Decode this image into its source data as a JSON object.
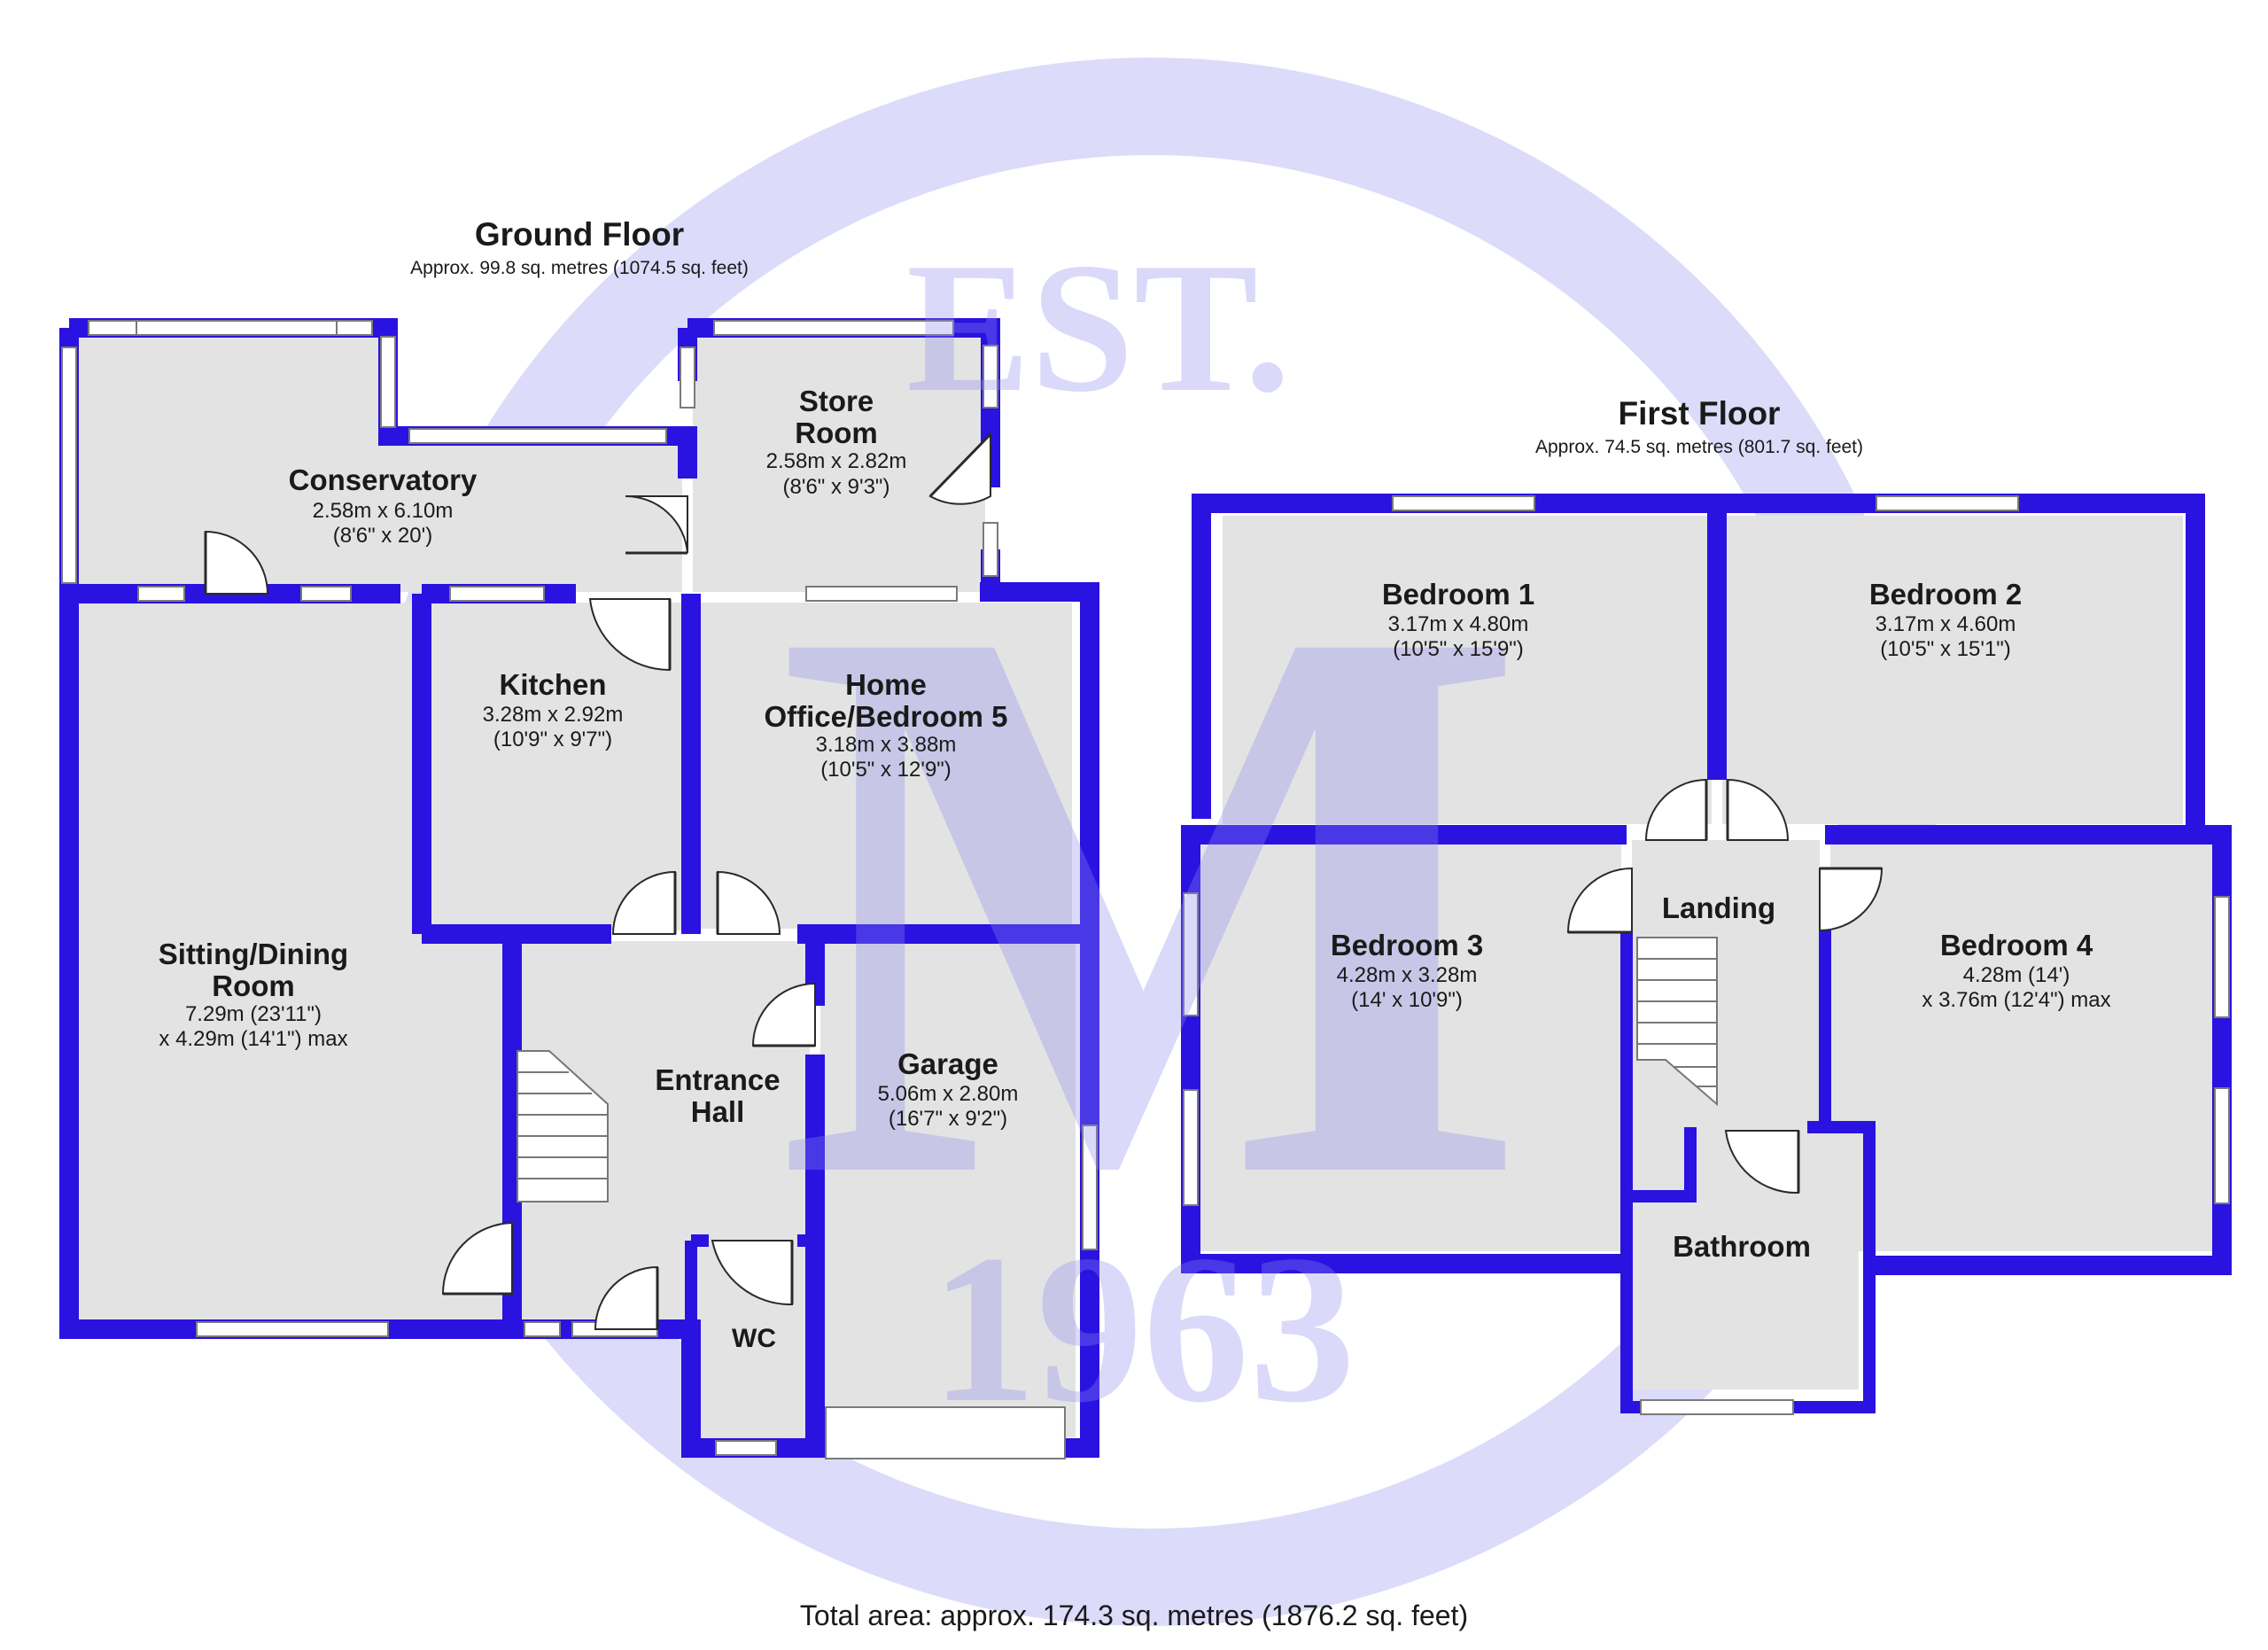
{
  "watermark": {
    "top_text": "EST.",
    "letter": "M",
    "year": "1963",
    "color": "#8c88f0"
  },
  "ground_floor": {
    "title": "Ground Floor",
    "area": "Approx. 99.8 sq. metres (1074.5 sq. feet)",
    "rooms": {
      "conservatory": {
        "name": "Conservatory",
        "dim_m": "2.58m x 6.10m",
        "dim_ft": "(8'6\" x 20')"
      },
      "store_room": {
        "name_line1": "Store",
        "name_line2": "Room",
        "dim_m": "2.58m x 2.82m",
        "dim_ft": "(8'6\" x 9'3\")"
      },
      "kitchen": {
        "name": "Kitchen",
        "dim_m": "3.28m x 2.92m",
        "dim_ft": "(10'9\" x 9'7\")"
      },
      "home_office": {
        "name_line1": "Home",
        "name_line2": "Office/Bedroom 5",
        "dim_m": "3.18m x 3.88m",
        "dim_ft": "(10'5\" x 12'9\")"
      },
      "sitting_dining": {
        "name_line1": "Sitting/Dining",
        "name_line2": "Room",
        "dim_line1": "7.29m (23'11\")",
        "dim_line2": "x 4.29m (14'1\") max"
      },
      "entrance_hall": {
        "name_line1": "Entrance",
        "name_line2": "Hall"
      },
      "garage": {
        "name": "Garage",
        "dim_m": "5.06m x 2.80m",
        "dim_ft": "(16'7\" x 9'2\")"
      },
      "wc": {
        "name": "WC"
      }
    }
  },
  "first_floor": {
    "title": "First Floor",
    "area": "Approx. 74.5 sq. metres (801.7 sq. feet)",
    "rooms": {
      "bedroom1": {
        "name": "Bedroom 1",
        "dim_m": "3.17m x 4.80m",
        "dim_ft": "(10'5\" x 15'9\")"
      },
      "bedroom2": {
        "name": "Bedroom 2",
        "dim_m": "3.17m x 4.60m",
        "dim_ft": "(10'5\" x 15'1\")"
      },
      "bedroom3": {
        "name": "Bedroom 3",
        "dim_m": "4.28m x 3.28m",
        "dim_ft": "(14' x 10'9\")"
      },
      "bedroom4": {
        "name": "Bedroom 4",
        "dim_line1": "4.28m (14')",
        "dim_line2": "x 3.76m (12'4\") max"
      },
      "landing": {
        "name": "Landing"
      },
      "bathroom": {
        "name": "Bathroom"
      }
    }
  },
  "total_area": "Total area: approx. 174.3 sq. metres (1876.2 sq. feet)",
  "colors": {
    "wall": "#2a12e0",
    "floor": "#e3e3e3"
  }
}
